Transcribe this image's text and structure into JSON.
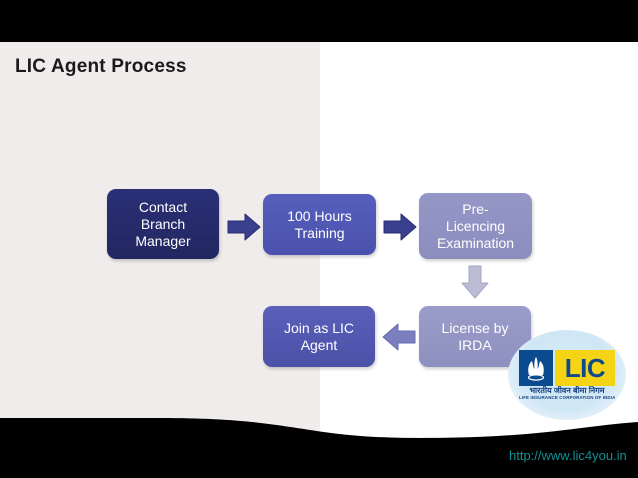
{
  "slide": {
    "title": "LIC Agent Process",
    "background": {
      "left_panel_color": "#f0ecec",
      "right_panel_color": "#ffffff",
      "frame_color": "#000000"
    }
  },
  "flowchart": {
    "nodes": [
      {
        "id": "contact-branch-manager",
        "lines": [
          "Contact",
          "Branch",
          "Manager"
        ],
        "color": "#2b2f77"
      },
      {
        "id": "hours-training",
        "lines": [
          "100 Hours",
          "Training"
        ],
        "color": "#575fbd"
      },
      {
        "id": "pre-licencing-exam",
        "lines": [
          "Pre-",
          "Licencing",
          "Examination"
        ],
        "color": "#9597c7"
      },
      {
        "id": "join-as-lic-agent",
        "lines": [
          "Join as LIC",
          "Agent"
        ],
        "color": "#5a5fb8"
      },
      {
        "id": "license-by-irda",
        "lines": [
          "License by",
          "IRDA"
        ],
        "color": "#9a9cc9"
      }
    ],
    "arrows": [
      {
        "id": "arrow-1",
        "direction": "right",
        "color": "#3b3f8f",
        "from": "contact-branch-manager",
        "to": "hours-training"
      },
      {
        "id": "arrow-2",
        "direction": "right",
        "color": "#3b3f8f",
        "from": "hours-training",
        "to": "pre-licencing-exam"
      },
      {
        "id": "arrow-3",
        "direction": "down",
        "color": "#bcbcd4",
        "from": "pre-licencing-exam",
        "to": "license-by-irda"
      },
      {
        "id": "arrow-4",
        "direction": "left",
        "color": "#7b7fc0",
        "from": "license-by-irda",
        "to": "join-as-lic-agent"
      }
    ]
  },
  "logo": {
    "name": "lic-logo",
    "wordmark": "LIC",
    "hindi_text": "भारतीय जीवन बीमा निगम",
    "english_text": "LIFE INSURANCE CORPORATION OF INDIA",
    "emblem_color": "#0b4a8f",
    "wordmark_bg_color": "#f5d415",
    "disc_color": "#cfe6f5"
  },
  "footer": {
    "url": "http://www.lic4you.in",
    "url_color": "#0f8f92"
  }
}
